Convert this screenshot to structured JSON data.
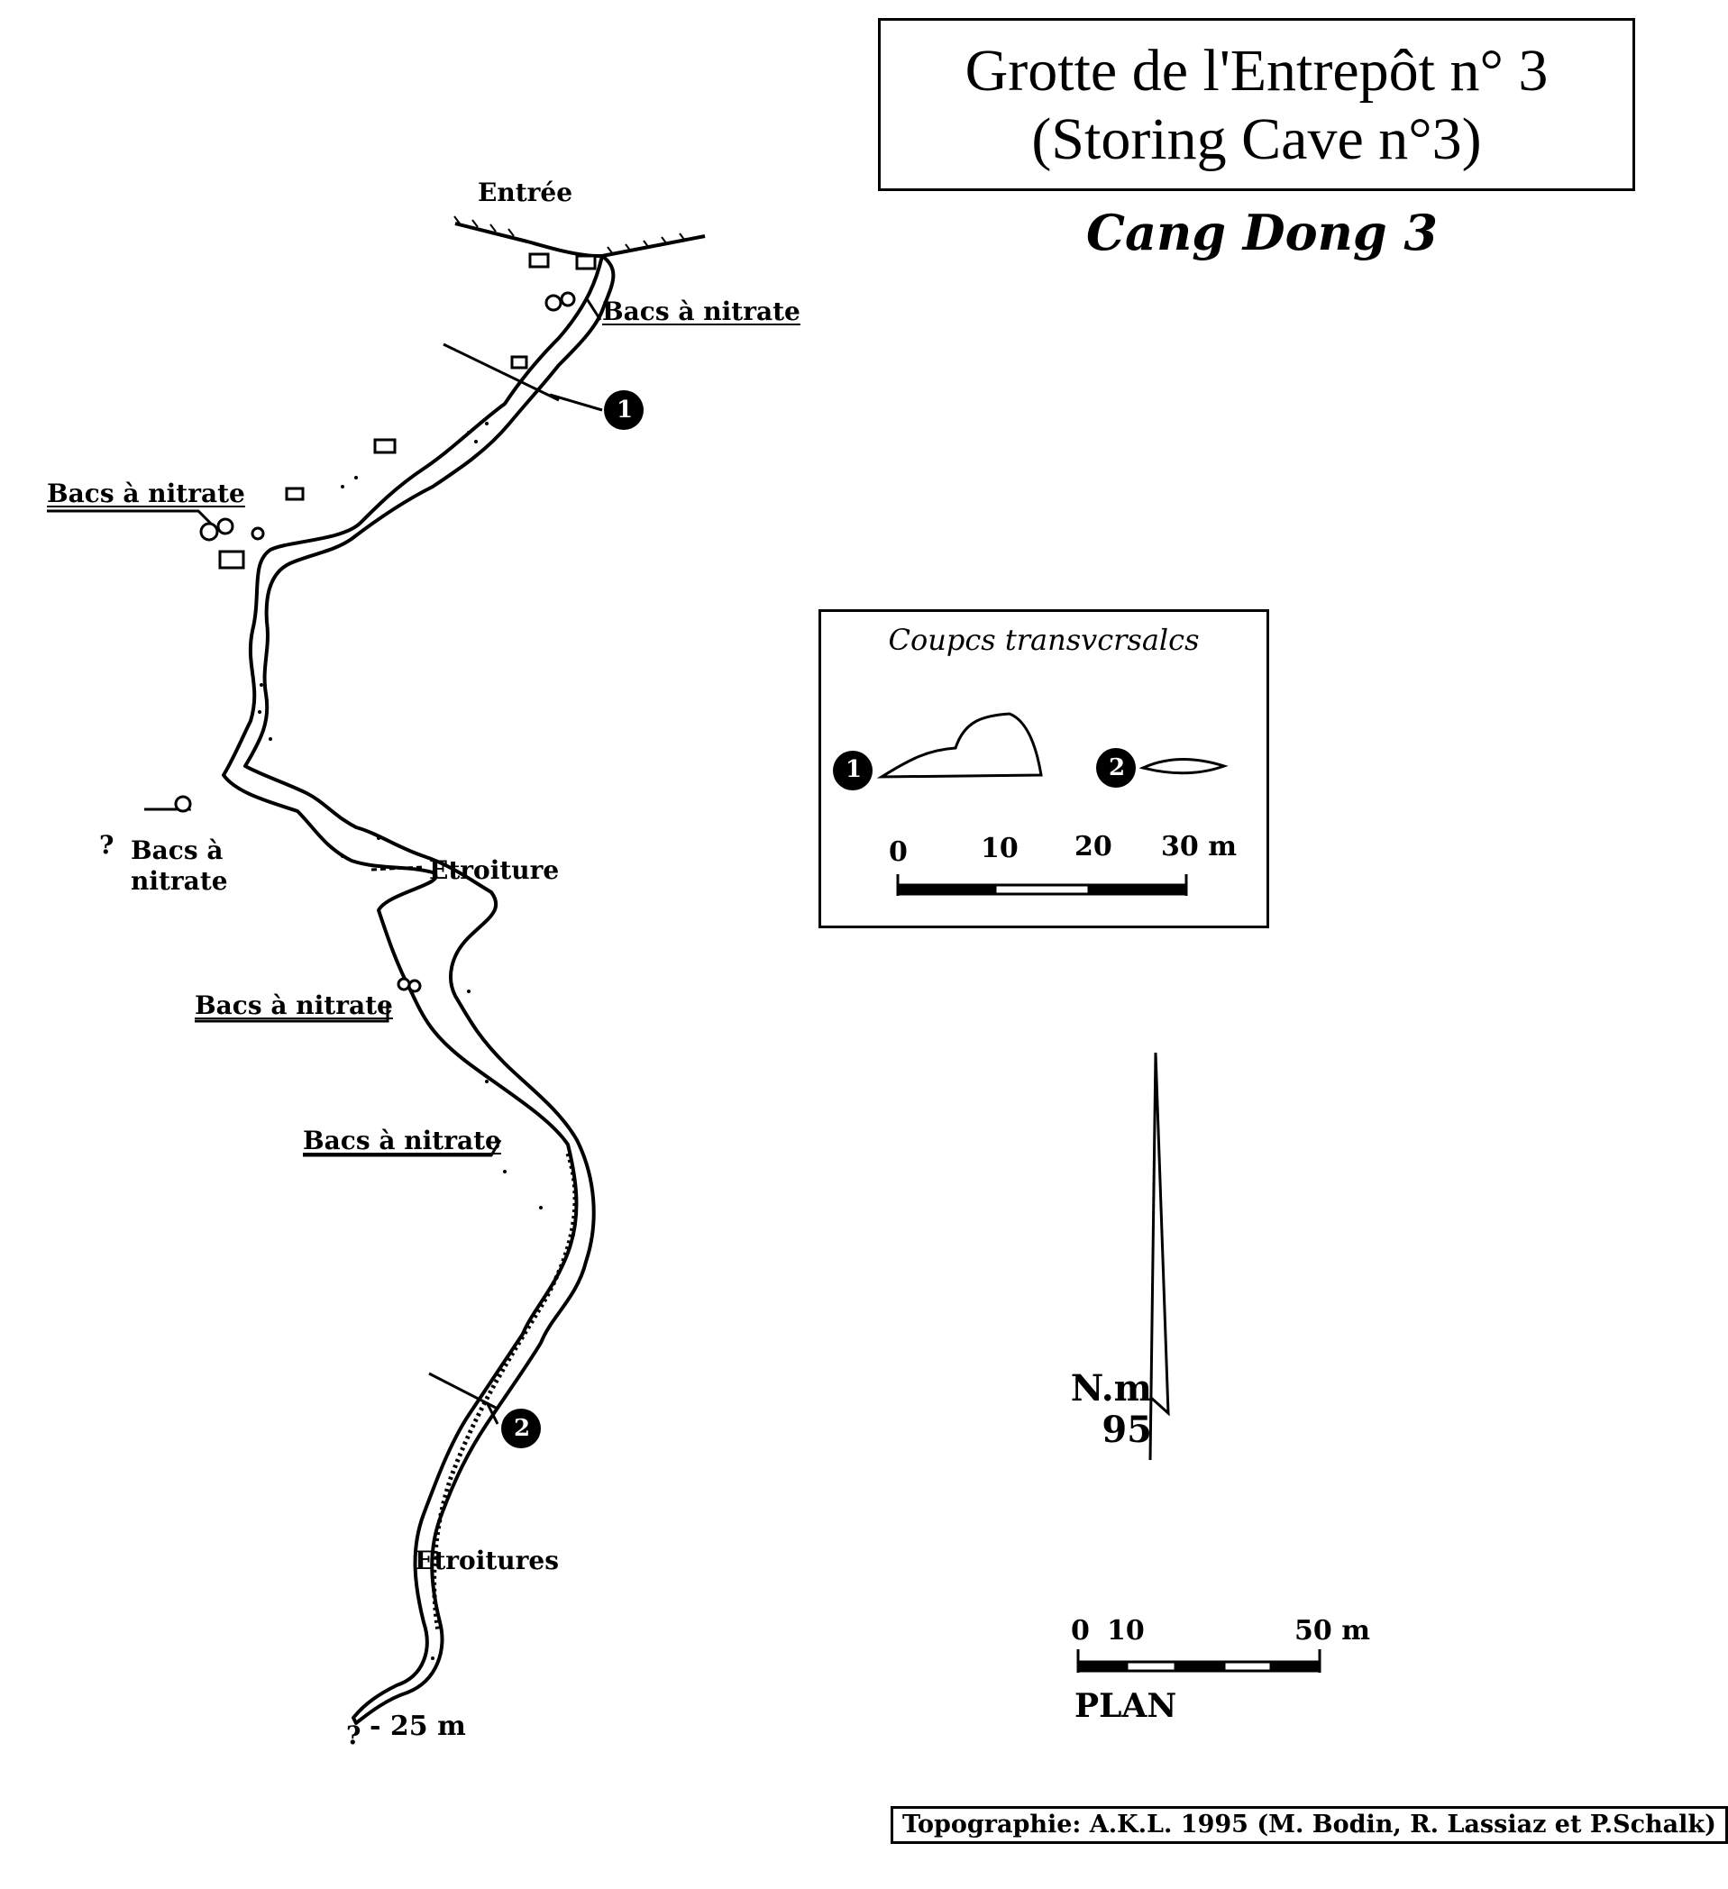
{
  "title": {
    "line1": "Grotte de l'Entrepôt n° 3",
    "line2": "(Storing Cave n°3)"
  },
  "subtitle": "Cang Dong 3",
  "labels": {
    "entrance": "Entrée",
    "nitrate_1": "Bacs à nitrate",
    "nitrate_2": "Bacs à nitrate",
    "nitrate_3_line1": "Bacs à",
    "nitrate_3_line2": "nitrate",
    "nitrate_4": "Bacs à nitrate",
    "nitrate_5": "Bacs à nitrate",
    "squeeze": "Etroiture",
    "squeezes": "Etroitures",
    "depth": "- 25 m",
    "unknown_1": "?",
    "unknown_2": "?",
    "marker_1": "1",
    "marker_2": "2"
  },
  "cross_sections": {
    "title": "Coupcs transvcrsalcs",
    "marker_1": "1",
    "marker_2": "2",
    "scale_ticks": [
      "0",
      "10",
      "20",
      "30 m"
    ]
  },
  "north_arrow": {
    "label_line1": "N.m",
    "label_line2": "95"
  },
  "plan_scale": {
    "ticks": [
      "0",
      "10",
      "50 m"
    ],
    "label": "PLAN"
  },
  "credits": "Topographie: A.K.L. 1995 (M. Bodin, R. Lassiaz et P.Schalk)"
}
